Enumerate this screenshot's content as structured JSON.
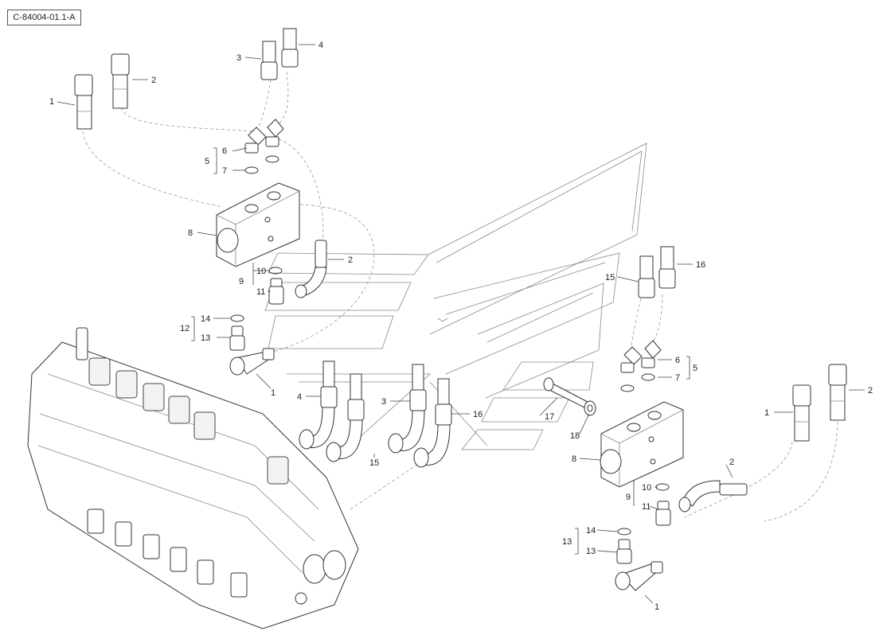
{
  "drawing_ref": "C-84004-01.1-A",
  "callouts": {
    "left": {
      "c1a": "1",
      "c2a": "2",
      "c3": "3",
      "c4": "4",
      "c5": "5",
      "c6": "6",
      "c7": "7",
      "c8": "8",
      "c2b": "2",
      "c10": "10",
      "c9": "9",
      "c11": "11",
      "c14": "14",
      "c12": "12",
      "c13": "13",
      "c1b": "1"
    },
    "center": {
      "c4": "4",
      "c3": "3",
      "c16": "16",
      "c15": "15",
      "c17": "17",
      "c18": "18"
    },
    "right": {
      "c15": "15",
      "c16": "16",
      "c6": "6",
      "c5": "5",
      "c7": "7",
      "c1a": "1",
      "c2a": "2",
      "c8": "8",
      "c2b": "2",
      "c10": "10",
      "c9": "9",
      "c11": "11",
      "c14": "14",
      "c13a": "13",
      "c13b": "13",
      "c1b": "1"
    }
  }
}
